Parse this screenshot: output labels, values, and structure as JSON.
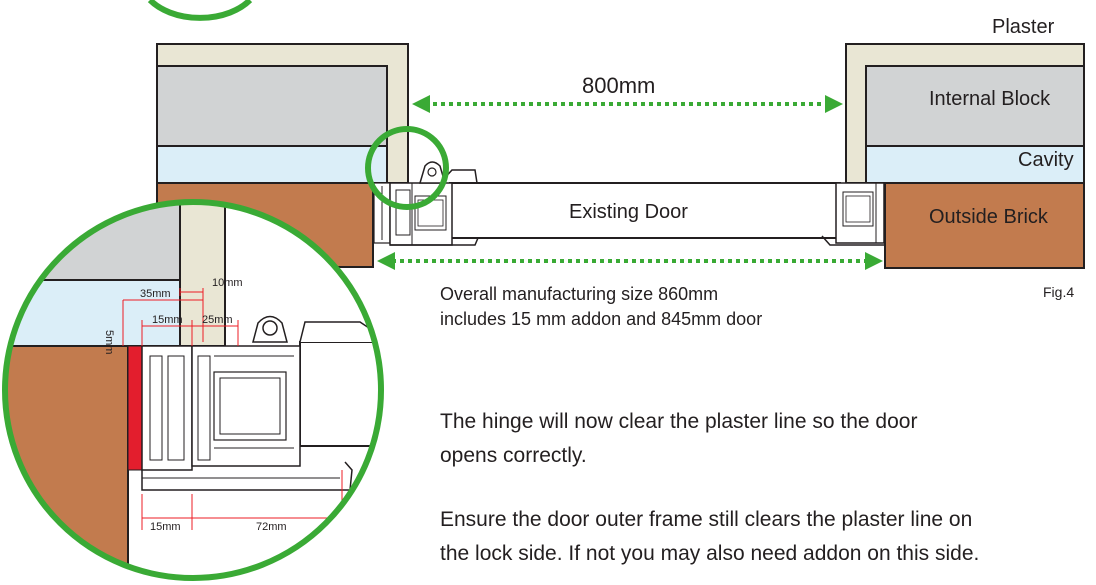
{
  "labels": {
    "plaster": "Plaster",
    "internal_block": "Internal Block",
    "cavity": "Cavity",
    "outside_brick": "Outside Brick",
    "existing_door": "Existing Door",
    "width_800": "800mm",
    "fig": "Fig.4"
  },
  "note": {
    "line1": "Overall manufacturing size 860mm",
    "line2": "includes 15 mm addon and 845mm door"
  },
  "detail": {
    "d35": "35mm",
    "d10": "10mm",
    "d15_top": "15mm",
    "d25": "25mm",
    "d5": "5mm",
    "d15_bottom": "15mm",
    "d72": "72mm"
  },
  "paragraphs": {
    "p1_line1": "The hinge will now clear the plaster line so the door",
    "p1_line2": "opens correctly.",
    "p2_line1": "Ensure the door outer frame still clears the plaster line on",
    "p2_line2": "the lock side. If not you may also need addon on this side."
  },
  "colors": {
    "plaster": "#e9e6d4",
    "internal_block": "#d1d3d4",
    "cavity": "#dbeef8",
    "outside_brick": "#c27b4e",
    "green": "#3aaa35",
    "red_dim": "#ed1c24",
    "addon": "#e31e2d"
  }
}
